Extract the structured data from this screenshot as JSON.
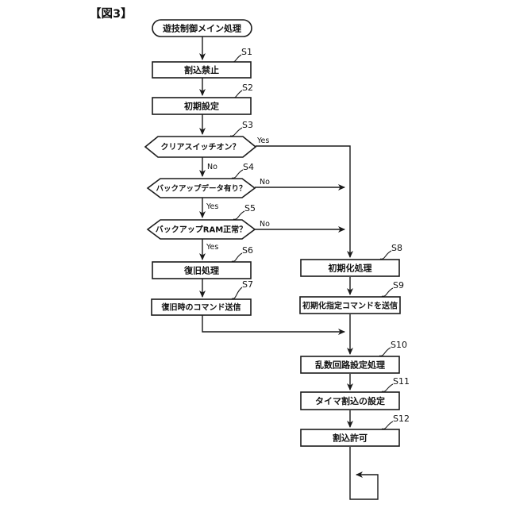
{
  "figure": {
    "title": "【図3】"
  },
  "flowchart": {
    "start": {
      "label": "遊技制御メイン処理"
    },
    "nodes": [
      {
        "id": "S1",
        "type": "process",
        "label": "割込禁止"
      },
      {
        "id": "S2",
        "type": "process",
        "label": "初期設定"
      },
      {
        "id": "S3",
        "type": "decision",
        "label": "クリアスイッチオン？",
        "yes": "Yes",
        "no": "No"
      },
      {
        "id": "S4",
        "type": "decision",
        "label": "バックアップデータ有り？",
        "yes": "Yes",
        "no": "No"
      },
      {
        "id": "S5",
        "type": "decision",
        "label": "バックアップRAM正常？",
        "yes": "Yes",
        "no": "No"
      },
      {
        "id": "S6",
        "type": "process",
        "label": "復旧処理"
      },
      {
        "id": "S7",
        "type": "process",
        "label": "復旧時のコマンド送信"
      },
      {
        "id": "S8",
        "type": "process",
        "label": "初期化処理"
      },
      {
        "id": "S9",
        "type": "process",
        "label": "初期化指定コマンドを送信"
      },
      {
        "id": "S10",
        "type": "process",
        "label": "乱数回路設定処理"
      },
      {
        "id": "S11",
        "type": "process",
        "label": "タイマ割込の設定"
      },
      {
        "id": "S12",
        "type": "process",
        "label": "割込許可"
      }
    ]
  }
}
